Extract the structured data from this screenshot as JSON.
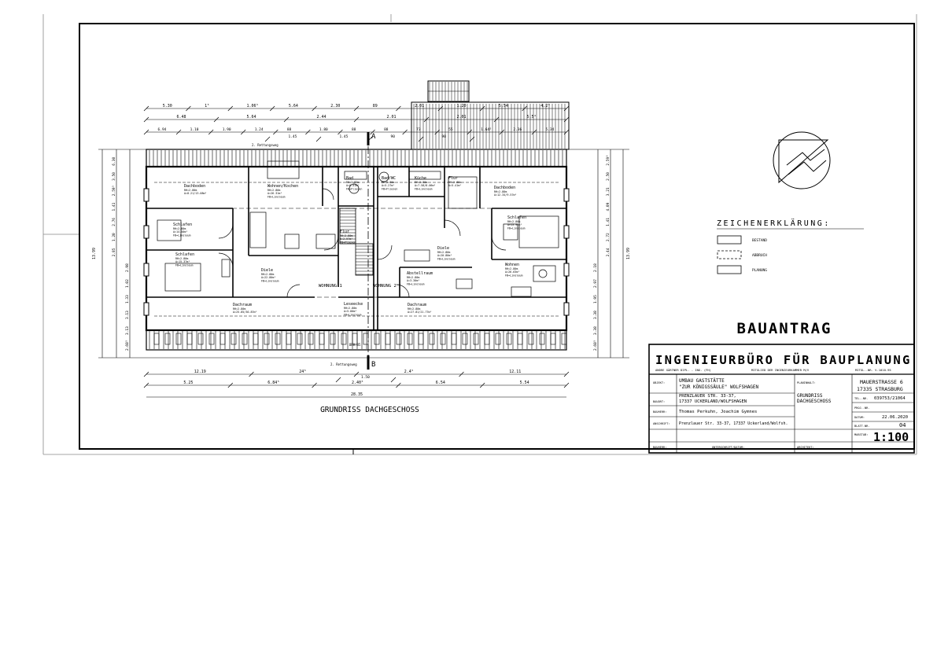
{
  "drawing": {
    "floor_plan_title": "GRUNDRISS DACHGESCHOSS",
    "application_label": "BAUANTRAG",
    "section_markers": [
      "A",
      "B"
    ],
    "apartments": [
      "WOHNUNG 1",
      "WOHNUNG 2"
    ],
    "roof_edge_label": "2. Rettungsweg",
    "brh": "BRH:85"
  },
  "dimensions": {
    "top_row1": [
      "5.30",
      "1⁵",
      "1.06⁵",
      "5.64",
      "2.30",
      "89",
      "2.01",
      "1.20",
      "5.54",
      "4.2⁵"
    ],
    "top_row2": [
      "6.48",
      "5.64",
      "2.44",
      "2.01",
      "2.01",
      "5.5⁴"
    ],
    "top_row3": [
      "6.94",
      "1.10",
      "1.90",
      "1.24",
      "88",
      "1.80",
      "88",
      "88",
      "73",
      "55",
      "1.64⁵",
      "2.36",
      "5.34"
    ],
    "top_row3b": [
      "1.45",
      "1.45",
      "90",
      "90"
    ],
    "bottom_row1": [
      "12.19",
      "24⁵",
      "2.4⁵",
      "12.11"
    ],
    "bottom_row1b": [
      "1.50"
    ],
    "bottom_row2": [
      "5.25",
      "6.84⁵",
      "2.40⁵",
      "6.54",
      "5.54"
    ],
    "bottom_total": "28.35",
    "left_total": "13.99",
    "left_segments": [
      "6.30",
      "3.50",
      "2.59⁵",
      "1.41",
      "2.76",
      "1.20",
      "2.85",
      "2.98",
      "1.02",
      "1.33",
      "3.13",
      "3.13",
      "2.60⁵"
    ],
    "right_total": "13.99",
    "right_segments": [
      "2.59⁵",
      "2.50",
      "3.21",
      "4.09",
      "1.41",
      "2.72",
      "2.44",
      "2.18",
      "2.97",
      "1.95",
      "3.38",
      "3.38",
      "2.60⁵"
    ]
  },
  "rooms": [
    {
      "name": "Dachboden",
      "info": [
        "RH=2.80m",
        "A=8.21/13.08m²"
      ]
    },
    {
      "name": "Wohnen/Kochen",
      "info": [
        "RH=2.80m",
        "A=26.31m²",
        "FB=Linoleum"
      ]
    },
    {
      "name": "Bad",
      "info": [
        "RH=2.80m",
        "A=6.41m²",
        "FB=Fliesen"
      ]
    },
    {
      "name": "Bad/WC",
      "info": [
        "RH=2.80m",
        "A=5.27m²",
        "FB=Fliesen"
      ]
    },
    {
      "name": "Küche",
      "info": [
        "RH=2.80m",
        "A=7.58/8.06m²",
        "FB=Linoleum"
      ]
    },
    {
      "name": "Flur",
      "info": [
        "RH=2.80m",
        "A=5.41m²"
      ]
    },
    {
      "name": "Dachboden",
      "info": [
        "RH=2.80m",
        "A=12.34/9.57m²"
      ]
    },
    {
      "name": "Schlafen",
      "info": [
        "RH=2.80m",
        "A=14.50m²",
        "FB=Linoleum"
      ]
    },
    {
      "name": "Schlafen",
      "info": [
        "RH=2.80m",
        "A=15.37m²",
        "FB=Linoleum"
      ]
    },
    {
      "name": "Flur",
      "info": [
        "RH=2.80m",
        "A=2.97m²",
        "FB=Fliesen"
      ]
    },
    {
      "name": "Diele",
      "info": [
        "RH=2.80m",
        "A=20.80m²",
        "FB=Linoleum"
      ]
    },
    {
      "name": "Schlafen",
      "info": [
        "RH=2.80m",
        "A=13.92m²",
        "FB=Linoleum"
      ]
    },
    {
      "name": "Diele",
      "info": [
        "RH=2.80m",
        "A=22.80m²",
        "FB=Linoleum"
      ]
    },
    {
      "name": "Abstellraum",
      "info": [
        "RH=2.80m",
        "A=3.30m²",
        "FB=Linoleum"
      ]
    },
    {
      "name": "Wohnen",
      "info": [
        "RH=2.80m",
        "A=26.63m²",
        "FB=Linoleum"
      ]
    },
    {
      "name": "Dachraum",
      "info": [
        "RH=2.80m",
        "A=25.85/30.87m²"
      ]
    },
    {
      "name": "Leseecke",
      "info": [
        "RH=2.80m",
        "A=5.80m²",
        "FB=Linoleum"
      ]
    },
    {
      "name": "Dachraum",
      "info": [
        "RH=2.80m",
        "A=27.81/21.77m²"
      ]
    }
  ],
  "legend": {
    "title": "ZEICHENERKLÄRUNG:",
    "items": [
      {
        "label": "BESTAND",
        "style": "solid"
      },
      {
        "label": "ABBRUCH",
        "style": "dashed"
      },
      {
        "label": "PLANUNG",
        "style": "solid"
      }
    ]
  },
  "title_block": {
    "office": "INGENIEURBÜRO FÜR BAUPLANUNG",
    "engineer": "ANDRE GÄRTNER DIPL. - ING. (FH)",
    "membership": "MITGLIED DER INGENIEURKAMMER M/V",
    "member_no": "MITGL.-NR. V-1010-95",
    "object_label": "OBJEKT:",
    "object_lines": [
      "UMBAU GASTSTÄTTE",
      "\"ZUR KÖNIGSSÄULE\" WOLFSHAGEN"
    ],
    "site_label": "BAUORT:",
    "site_lines": [
      "PRENZLAUER STR. 33-37,",
      "17337 UCKERLAND/WOLFSHAGEN"
    ],
    "client_label": "BAUHERR:",
    "client": "Thomas Perkuhn, Joachim Gymnes",
    "address_label": "ANSCHRIFT:",
    "address": "Prenzlauer Str. 33-37, 17337 Uckerland/Wolfsh.",
    "sign_label": "BAUHERR:",
    "sign_date_label": "UNTERSCHRIFT/DATUM:",
    "content_label": "PLANINHALT:",
    "content_lines": [
      "GRUNDRISS",
      "DACHGESCHOSS"
    ],
    "architect_label": "ARCHITEKT:",
    "office_address": [
      "MAUERSTRASSE 6",
      "17335 STRASBURG"
    ],
    "tel_label": "TEL.-NR.",
    "tel": "039753/21064",
    "project_label": "PROJ.-NR.",
    "project": "",
    "date_label": "DATUM:",
    "date": "22.06.2020",
    "sheet_label": "BLATT-NR.",
    "sheet": "04",
    "scale_label": "MAßSTAB:",
    "scale": "1:100"
  }
}
